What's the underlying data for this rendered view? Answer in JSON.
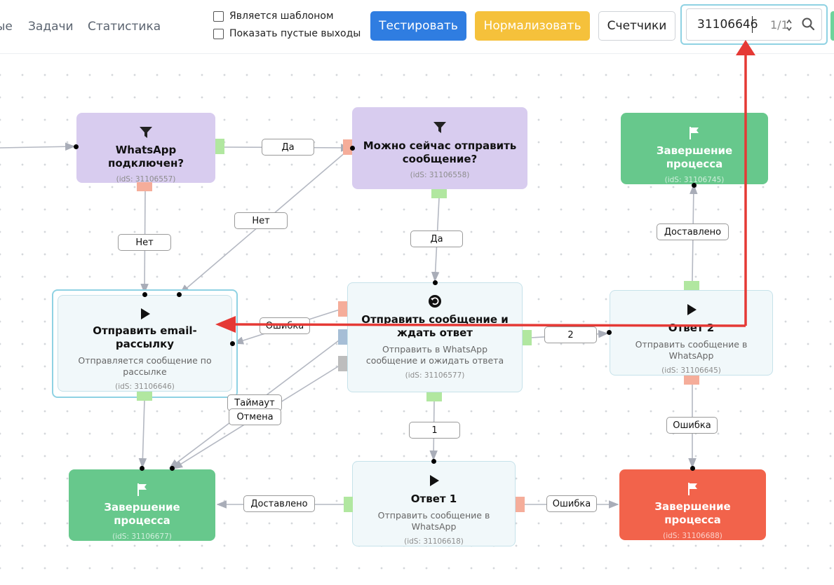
{
  "nav": {
    "item_partial": "ые",
    "tasks": "Задачи",
    "statistics": "Статистика"
  },
  "options": {
    "is_template": "Является шаблоном",
    "show_empty": "Показать пустые выходы"
  },
  "toolbar": {
    "test_label": "Тестировать",
    "normalize_label": "Нормализовать",
    "counters_label": "Счетчики"
  },
  "search": {
    "value": "31106646",
    "count": "1/1"
  },
  "nodes": {
    "whatsapp_connected": {
      "title": "WhatsApp подключен?",
      "ids": "(idS: 31106557)"
    },
    "can_send_now": {
      "title": "Можно сейчас отправить сообщение?",
      "ids": "(idS: 31106558)"
    },
    "finish_top": {
      "title": "Завершение процесса",
      "ids": "(idS: 31106745)"
    },
    "send_email": {
      "title": "Отправить email-рассылку",
      "desc": "Отправляется сообщение по рассылке",
      "ids": "(idS: 31106646)"
    },
    "send_wait": {
      "title": "Отправить сообщение и ждать ответ",
      "desc": "Отправить в WhatsApp сообщение и ожидать ответа",
      "ids": "(idS: 31106577)"
    },
    "answer2": {
      "title": "Ответ 2",
      "desc": "Отправить сообщение в WhatsApp",
      "ids": "(idS: 31106645)"
    },
    "finish_left": {
      "title": "Завершение процесса",
      "ids": "(idS: 31106677)"
    },
    "answer1": {
      "title": "Ответ 1",
      "desc": "Отправить сообщение в WhatsApp",
      "ids": "(idS: 31106618)"
    },
    "finish_red": {
      "title": "Завершение процесса",
      "ids": "(idS: 31106688)"
    }
  },
  "edges": {
    "yes1": "Да",
    "no1": "Нет",
    "no2": "Нет",
    "yes2": "Да",
    "delivered_top": "Доставлено",
    "error_email": "Ошибка",
    "two": "2",
    "timeout": "Таймаут",
    "cancel": "Отмена",
    "one": "1",
    "error_answer2": "Ошибка",
    "delivered_bottom": "Доставлено",
    "error_bottom": "Ошибка"
  },
  "colors": {
    "primary": "#2f7de1",
    "warning": "#f5c13b",
    "condition": "#d8ccef",
    "action": "#f1f8fa",
    "finish_ok": "#67c88c",
    "finish_error": "#f2634b",
    "annotation": "#e53935"
  }
}
